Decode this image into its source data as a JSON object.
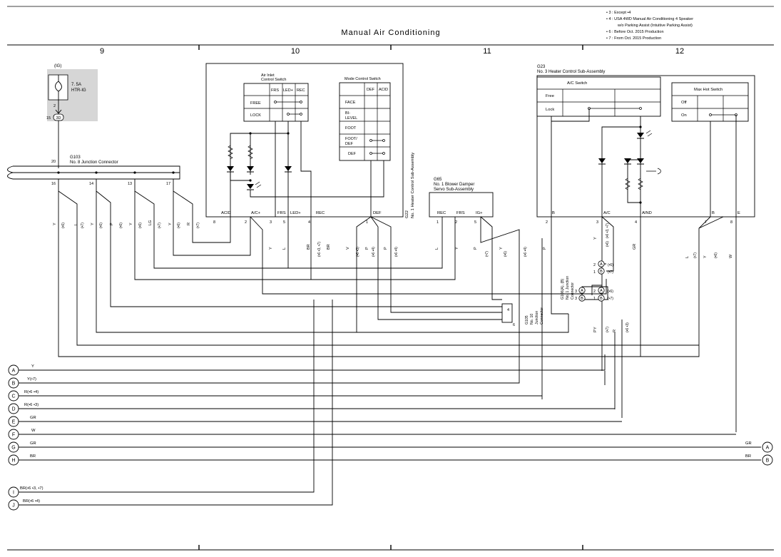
{
  "title": "Manual Air Conditioning",
  "notes": [
    "• 3 : Except •4",
    "• 4 : USA 4WD Manual Air Conditioning 4 Speaker",
    "w/o Parking Assist (Intuitive Parking Assist)",
    "• 6 : Before Oct.  2015 Production",
    "• 7 : From Oct.  2015 Production"
  ],
  "columns": [
    "9",
    "10",
    "11",
    "12"
  ],
  "fuse": {
    "source": "(IG)",
    "rating": "7. 5A",
    "name": "HTR-IG",
    "pin": "2",
    "conn_pin": "15",
    "conn": "3D"
  },
  "g103": {
    "id": "G103",
    "name": "No.  8 Junction Connector",
    "pins": [
      "20",
      "16",
      "14",
      "13",
      "17"
    ]
  },
  "g22": {
    "label": "G22\nNo.  1 Heater Control Sub-Assembly",
    "air_inlet": {
      "title1": "Air Inlet",
      "title2": "Control Switch",
      "cols": [
        "FRS",
        "LED+",
        "REC"
      ],
      "rows": [
        "FREE",
        "LOCK"
      ]
    },
    "mode": {
      "title": "Mode Control Switch",
      "cols": [
        "DEF",
        "ACID"
      ],
      "rows": [
        "FACE",
        "BI-",
        "LEVEL",
        "FOOT",
        "FOOT/",
        "DEF",
        "DEF"
      ]
    },
    "terminals": [
      {
        "name": "ACID",
        "pin": "8"
      },
      {
        "name": "A/C+",
        "pin": "2"
      },
      {
        "name": "",
        "pin": "3"
      },
      {
        "name": "FRS",
        "pin": "5"
      },
      {
        "name": "LED+",
        "pin": "4"
      },
      {
        "name": "REC",
        "pin": ""
      },
      {
        "name": "DEF",
        "pin": "1"
      }
    ]
  },
  "g65": {
    "id": "G65",
    "name1": "No.  1 Blower Damper",
    "name2": "Servo Sub-Assembly",
    "terminals": [
      "REC",
      "FRS",
      "IG+"
    ],
    "pins": [
      "1",
      "2",
      "5"
    ]
  },
  "g23": {
    "id": "G23",
    "name": "No.  3 Heater Control Sub-Assembly",
    "ac_switch": {
      "title": "A/C Switch",
      "rows": [
        "Free",
        "Lock"
      ]
    },
    "max_hot": {
      "title": "Max Hot Switch",
      "rows": [
        "Off",
        "On"
      ]
    },
    "terminals": [
      {
        "name": "B",
        "pin": "2"
      },
      {
        "name": "A/C",
        "pin": "3"
      },
      {
        "name": "AIND",
        "pin": "4"
      },
      {
        "name": "B",
        "pin": "7"
      },
      {
        "name": "E",
        "pin": "8"
      }
    ]
  },
  "g106ab": {
    "label": "G106(A), (B)\nNo.  1 Junction\nConnector"
  },
  "g105": {
    "label": "G105\nNo.  10\nJunction\nConnector",
    "pins": [
      "4",
      "6"
    ]
  },
  "wire_labels": [
    "Y",
    "L",
    "Y",
    "P",
    "Y",
    "LG",
    "Y",
    "R",
    "Y",
    "L",
    "BR",
    "BR",
    "V",
    "P",
    "P",
    "L",
    "Y",
    "P",
    "Y",
    "P",
    "Y",
    "GR",
    "L",
    "Y",
    "W",
    "P",
    "Y",
    "R"
  ],
  "option_tags": [
    "(•6)",
    "(•7)",
    "(•6)",
    "(•6)",
    "(•6)",
    "(•7)",
    "(•6)",
    "(•7)",
    "(•6 •3, •7)",
    "(•6 •4)",
    "(•6 •3)",
    "(•6 •4)",
    "(•7)",
    "(•6)",
    "(•6 •4)",
    "(•6 •3, •7)",
    "(•6)",
    "(•7)",
    "(•6 •3)",
    "(•7)",
    "(•6)"
  ],
  "junction_pins": [
    "2",
    "1",
    "3",
    "2",
    "1",
    "3",
    "1"
  ],
  "junction_tags": [
    "(•6)",
    "(•7)",
    "(•6)",
    "(•7)"
  ],
  "connectors": [
    {
      "letter": "A",
      "label": "Y"
    },
    {
      "letter": "B",
      "label": "Y(•7)"
    },
    {
      "letter": "C",
      "label": "R(•6 •4)"
    },
    {
      "letter": "D",
      "label": "R(•6 •3)"
    },
    {
      "letter": "E",
      "label": "GR"
    },
    {
      "letter": "F",
      "label": "W"
    },
    {
      "letter": "G",
      "label": "GR"
    },
    {
      "letter": "H",
      "label": "BR"
    },
    {
      "letter": "I",
      "label": "BR(•6 •3, •7)"
    },
    {
      "letter": "J",
      "label": "BR(•6 •4)"
    }
  ],
  "right_connectors": [
    {
      "letter": "A",
      "label": "GR"
    },
    {
      "letter": "B",
      "label": "BR"
    }
  ]
}
